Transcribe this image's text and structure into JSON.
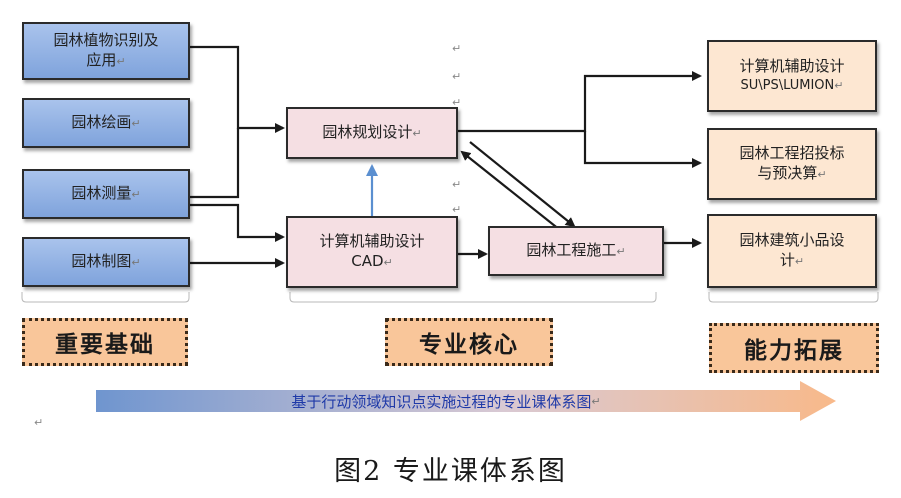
{
  "foundation": {
    "plant_id": {
      "line1": "园林植物识别及",
      "line2": "应用"
    },
    "drawing": "园林绘画",
    "survey": "园林测量",
    "cartography": "园林制图"
  },
  "core": {
    "planning": "园林规划设计",
    "cad": {
      "line1": "计算机辅助设计",
      "line2": "CAD"
    },
    "construction": "园林工程施工"
  },
  "extension": {
    "computer_design": {
      "line1": "计算机辅助设计",
      "line2": "SU\\PS\\LUMION"
    },
    "bidding": {
      "line1": "园林工程招投标",
      "line2": "与预决算"
    },
    "small_building": {
      "line1": "园林建筑小品设",
      "line2": "计"
    }
  },
  "categories": {
    "foundation": "重要基础",
    "core": "专业核心",
    "extension": "能力拓展"
  },
  "arrow_label": "基于行动领域知识点实施过程的专业课体系图",
  "caption": "图2  专业课体系图",
  "return_mark": "↵",
  "colors": {
    "foundation_fill": "#8fb0e3",
    "core_fill": "#f5dfe3",
    "extension_fill": "#fde7d2",
    "category_fill": "#f9c69a",
    "arrow_text": "#1f3aa8",
    "up_arrow": "#5b8fd0"
  }
}
